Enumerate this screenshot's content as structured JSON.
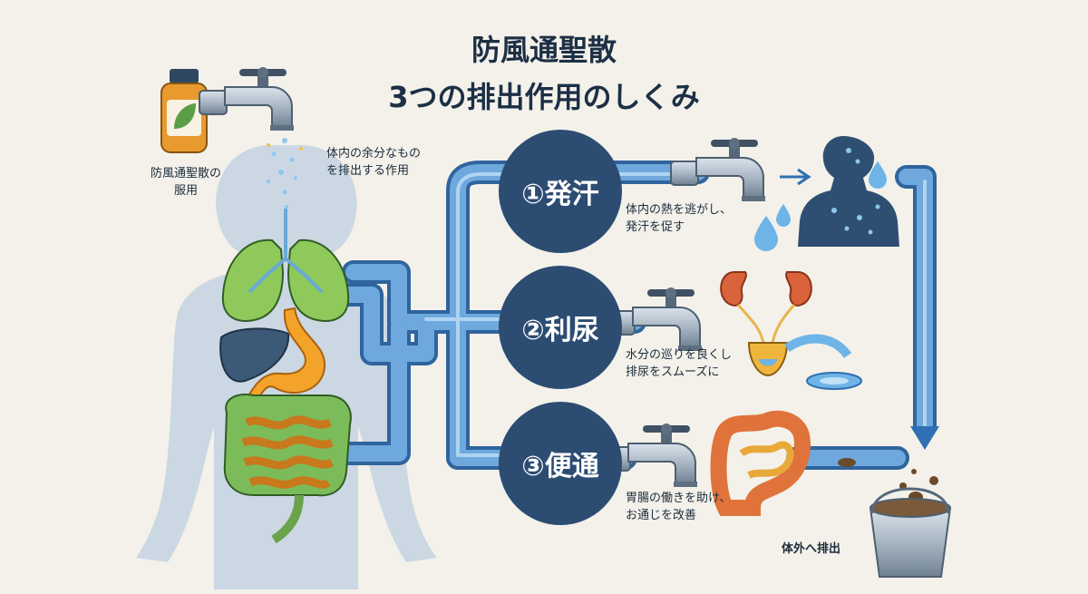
{
  "title": {
    "line1": "防風通聖散",
    "line2": "3つの排出作用のしくみ"
  },
  "intake": {
    "label_line1": "防風通聖散の",
    "label_line2": "服用"
  },
  "mechanism": {
    "line1": "体内の余分なもの",
    "line2": "を排出する作用"
  },
  "actions": [
    {
      "label": "①発汗",
      "desc_line1": "体内の熱を逃がし、",
      "desc_line2": "発汗を促す"
    },
    {
      "label": "②利尿",
      "desc_line1": "水分の巡りを良くし",
      "desc_line2": "排尿をスムーズに"
    },
    {
      "label": "③便通",
      "desc_line1": "胃腸の働きを助け、",
      "desc_line2": "お通じを改善"
    }
  ],
  "output": {
    "label": "体外へ排出"
  },
  "colors": {
    "pipe": "#4d89c8",
    "pipe_light": "#9fc6ea",
    "circle": "#2c4c72",
    "body": "#c3d3e2",
    "background": "#f3f1ea"
  },
  "icons": [
    "medicine-bottle-icon",
    "faucet-icon",
    "lungs-icon",
    "liver-icon",
    "stomach-icon",
    "intestine-icon",
    "sweating-person-icon",
    "kidneys-icon",
    "bladder-icon",
    "bucket-icon",
    "water-drop-icon",
    "arrow-right-icon",
    "arrow-down-icon"
  ]
}
